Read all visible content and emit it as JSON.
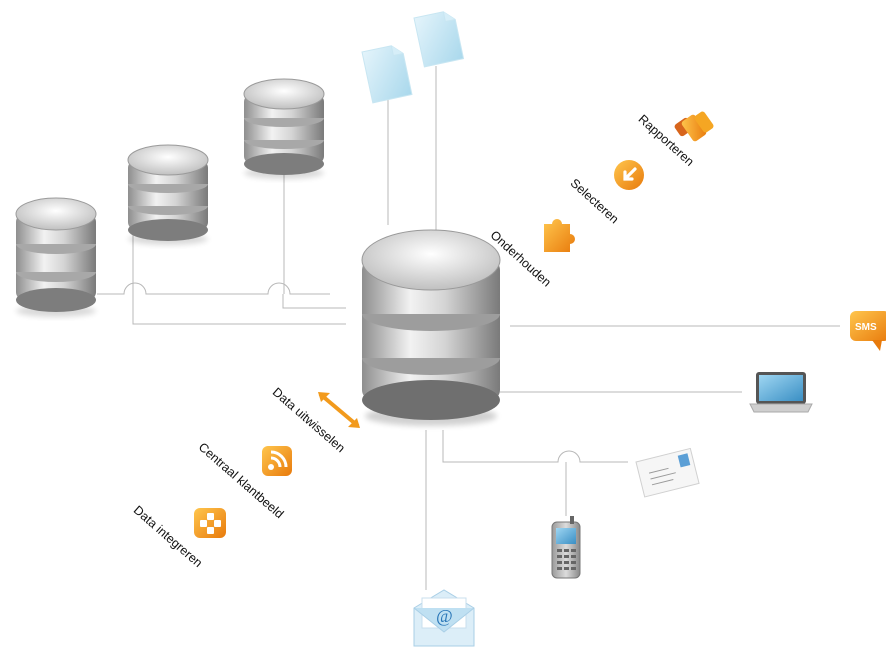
{
  "labels": {
    "rapporteren": "Rapporteren",
    "selecteren": "Selecteren",
    "onderhouden": "Onderhouden",
    "data_uitwisselen": "Data uitwisselen",
    "centraal_klantbeeld": "Centraal klantbeeld",
    "data_integreren": "Data integreren"
  },
  "icons": {
    "sms_text": "SMS",
    "email_symbol": "@"
  },
  "colors": {
    "accent_orange": "#f29a1c",
    "connector_line": "#b8b8b8",
    "database_silver": "#c9c9c9"
  }
}
